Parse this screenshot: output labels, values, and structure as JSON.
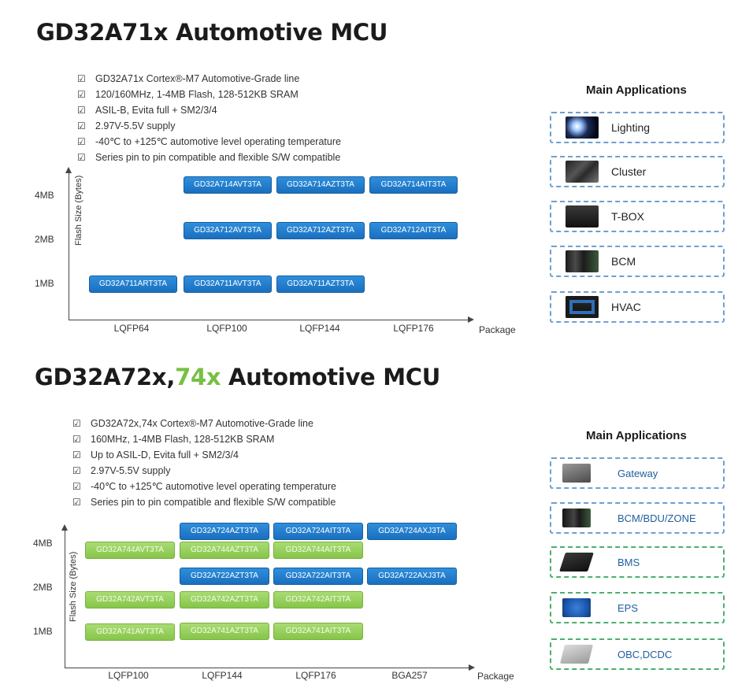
{
  "section1": {
    "title": "GD32A71x Automotive MCU",
    "bullets": [
      "GD32A71x Cortex®-M7 Automotive-Grade line",
      "120/160MHz, 1-4MB Flash, 128-512KB SRAM",
      "ASIL-B, Evita full + SM2/3/4",
      "2.97V-5.5V supply",
      "-40℃ to +125℃ automotive level operating temperature",
      "Series pin to pin compatible and flexible S/W compatible"
    ],
    "checkbox_glyph": "☑",
    "y_axis_label": "Flash Size (Bytes)",
    "y_ticks": [
      "4MB",
      "2MB",
      "1MB"
    ],
    "x_ticks": [
      "LQFP64",
      "LQFP100",
      "LQFP144",
      "LQFP176"
    ],
    "x_axis_label": "Package",
    "parts": [
      {
        "label": "GD32A714AVT3TA",
        "package": "LQFP100",
        "flash": "4MB",
        "color": "blue"
      },
      {
        "label": "GD32A714AZT3TA",
        "package": "LQFP144",
        "flash": "4MB",
        "color": "blue"
      },
      {
        "label": "GD32A714AIT3TA",
        "package": "LQFP176",
        "flash": "4MB",
        "color": "blue"
      },
      {
        "label": "GD32A712AVT3TA",
        "package": "LQFP100",
        "flash": "2MB",
        "color": "blue"
      },
      {
        "label": "GD32A712AZT3TA",
        "package": "LQFP144",
        "flash": "2MB",
        "color": "blue"
      },
      {
        "label": "GD32A712AIT3TA",
        "package": "LQFP176",
        "flash": "2MB",
        "color": "blue"
      },
      {
        "label": "GD32A711ART3TA",
        "package": "LQFP64",
        "flash": "1MB",
        "color": "blue"
      },
      {
        "label": "GD32A711AVT3TA",
        "package": "LQFP100",
        "flash": "1MB",
        "color": "blue"
      },
      {
        "label": "GD32A711AZT3TA",
        "package": "LQFP144",
        "flash": "1MB",
        "color": "blue"
      }
    ],
    "apps_title": "Main Applications",
    "apps": [
      {
        "name": "Lighting",
        "icon": "lighting-icon"
      },
      {
        "name": "Cluster",
        "icon": "cluster-icon"
      },
      {
        "name": "T-BOX",
        "icon": "tbox-icon"
      },
      {
        "name": "BCM",
        "icon": "bcm-icon"
      },
      {
        "name": "HVAC",
        "icon": "hvac-icon"
      }
    ]
  },
  "section2": {
    "title_main": "GD32A72x,",
    "title_accent": "74x",
    "title_rest": " Automotive MCU",
    "accent_color": "#77c043",
    "bullets": [
      "GD32A72x,74x Cortex®-M7 Automotive-Grade line",
      "160MHz, 1-4MB Flash, 128-512KB SRAM",
      "Up to ASIL-D, Evita full + SM2/3/4",
      "2.97V-5.5V supply",
      "-40℃ to +125℃ automotive level operating temperature",
      "Series pin to pin compatible and flexible S/W compatible"
    ],
    "checkbox_glyph": "☑",
    "y_axis_label": "Flash Size (Bytes)",
    "y_ticks": [
      "4MB",
      "2MB",
      "1MB"
    ],
    "x_ticks": [
      "LQFP100",
      "LQFP144",
      "LQFP176",
      "BGA257"
    ],
    "x_axis_label": "Package",
    "parts": [
      {
        "label": "GD32A724AZT3TA",
        "package": "LQFP144",
        "flash": "4MB",
        "color": "blue"
      },
      {
        "label": "GD32A724AIT3TA",
        "package": "LQFP176",
        "flash": "4MB",
        "color": "blue"
      },
      {
        "label": "GD32A724AXJ3TA",
        "package": "BGA257",
        "flash": "4MB",
        "color": "blue"
      },
      {
        "label": "GD32A744AVT3TA",
        "package": "LQFP100",
        "flash": "4MB",
        "color": "green"
      },
      {
        "label": "GD32A744AZT3TA",
        "package": "LQFP144",
        "flash": "4MB",
        "color": "green"
      },
      {
        "label": "GD32A744AIT3TA",
        "package": "LQFP176",
        "flash": "4MB",
        "color": "green"
      },
      {
        "label": "GD32A722AZT3TA",
        "package": "LQFP144",
        "flash": "2MB",
        "color": "blue"
      },
      {
        "label": "GD32A722AIT3TA",
        "package": "LQFP176",
        "flash": "2MB",
        "color": "blue"
      },
      {
        "label": "GD32A722AXJ3TA",
        "package": "BGA257",
        "flash": "2MB",
        "color": "blue"
      },
      {
        "label": "GD32A742AVT3TA",
        "package": "LQFP100",
        "flash": "2MB",
        "color": "green"
      },
      {
        "label": "GD32A742AZT3TA",
        "package": "LQFP144",
        "flash": "2MB",
        "color": "green"
      },
      {
        "label": "GD32A742AIT3TA",
        "package": "LQFP176",
        "flash": "2MB",
        "color": "green"
      },
      {
        "label": "GD32A741AVT3TA",
        "package": "LQFP100",
        "flash": "1MB",
        "color": "green"
      },
      {
        "label": "GD32A741AZT3TA",
        "package": "LQFP144",
        "flash": "1MB",
        "color": "green"
      },
      {
        "label": "GD32A741AIT3TA",
        "package": "LQFP176",
        "flash": "1MB",
        "color": "green"
      }
    ],
    "apps_title": "Main Applications",
    "apps": [
      {
        "name": "Gateway",
        "icon": "gateway-icon",
        "border": "blue"
      },
      {
        "name": "BCM/BDU/ZONE",
        "icon": "bcm-bdu-zone-icon",
        "border": "blue"
      },
      {
        "name": "BMS",
        "icon": "bms-icon",
        "border": "green"
      },
      {
        "name": "EPS",
        "icon": "eps-icon",
        "border": "green"
      },
      {
        "name": "OBC,DCDC",
        "icon": "obc-dcdc-icon",
        "border": "green"
      }
    ]
  }
}
